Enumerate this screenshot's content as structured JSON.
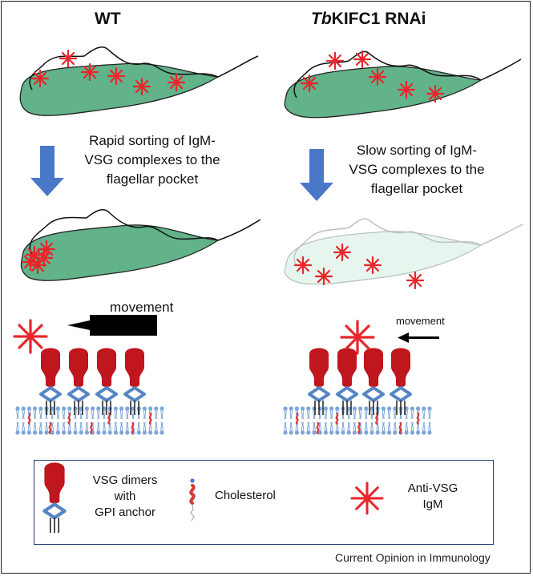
{
  "titles": {
    "wt": "WT",
    "rnai_italic": "Tb",
    "rnai_rest": "KIFC1 RNAi"
  },
  "captions": {
    "wt": [
      "Rapid sorting of IgM-",
      "VSG complexes to the",
      "flagellar pocket"
    ],
    "rnai": [
      "Slow sorting of IgM-",
      "VSG complexes to the",
      "flagellar pocket"
    ]
  },
  "movement_labels": {
    "wt": "movement",
    "rnai": "movement"
  },
  "legend": {
    "vsg": [
      "VSG dimers",
      "with",
      "GPI anchor"
    ],
    "cholesterol": "Cholesterol",
    "igm": [
      "Anti-VSG",
      "IgM"
    ]
  },
  "credit": "Current Opinion in Immunology",
  "colors": {
    "cell_green": "#62b28a",
    "cell_pale": "#e6f6ef",
    "igm_red": "#e8262a",
    "vsg_red": "#c0161d",
    "gpi_blue": "#5585c4",
    "arrow_blue": "#4a78c8",
    "lipid_blue": "#7ea6d8"
  }
}
